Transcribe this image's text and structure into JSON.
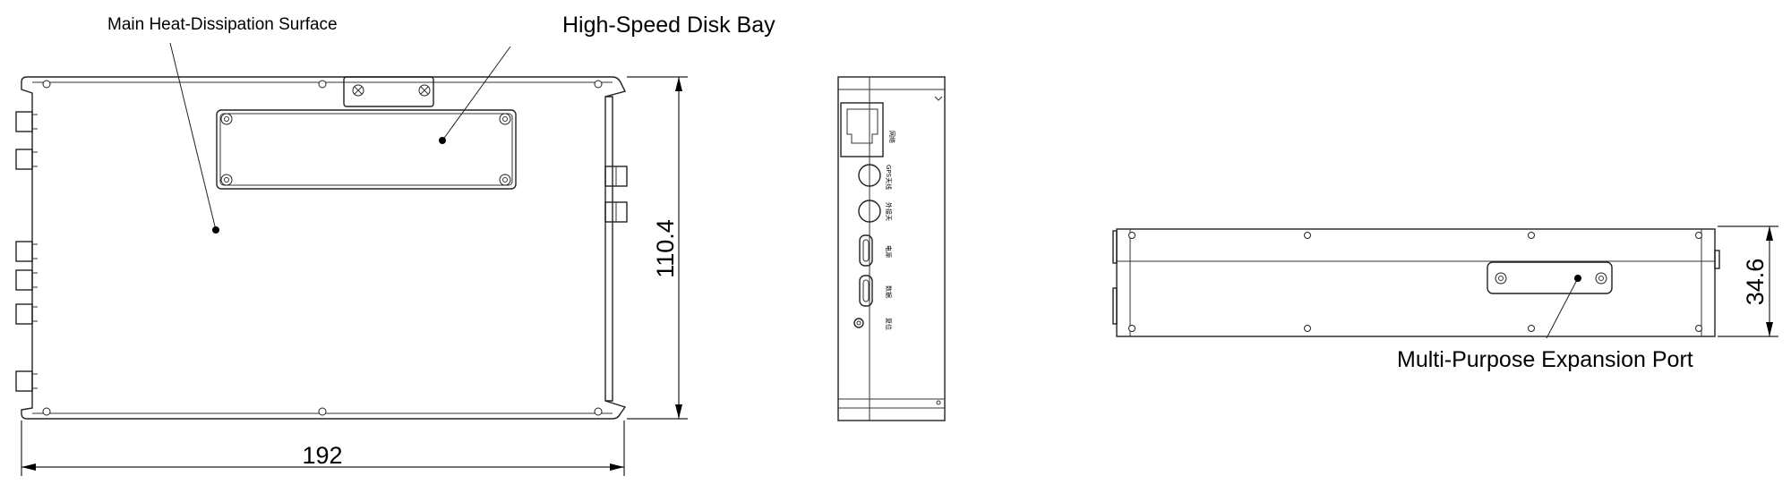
{
  "callouts": {
    "heat_surface": "Main Heat-Dissipation Surface",
    "disk_bay": "High-Speed Disk Bay",
    "expansion_port": "Multi-Purpose Expansion Port"
  },
  "dimensions": {
    "width": "192",
    "height": "110.4",
    "thickness": "34.6"
  },
  "port_labels": {
    "network": "网络",
    "gps_antenna": "GPS天线",
    "external_antenna": "外接天",
    "power": "电源",
    "data": "数据",
    "reset": "复位"
  }
}
